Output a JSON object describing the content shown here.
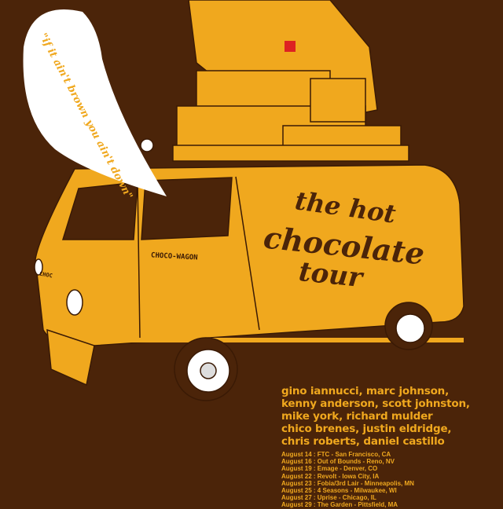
{
  "speech_bubble": {
    "quote": "\"if it ain't brown you ain't down\""
  },
  "van": {
    "side_label": "CHOCO-WAGON",
    "grille_label": "CHOC"
  },
  "title": {
    "line1": "the hot",
    "line2": "chocolate",
    "line3": "tour"
  },
  "riders": [
    "gino iannucci, marc johnson,",
    "kenny anderson, scott johnston,",
    "mike york, richard mulder",
    "chico brenes, justin eldridge,",
    "chris roberts, daniel castillo"
  ],
  "dates": [
    "August 14 : FTC - San Francisco, CA",
    "August 16 : Out of Bounds - Reno, NV",
    "August 19 : Emage - Denver, CO",
    "August 22 : Revolt - Iowa City, IA",
    "August 23 : Fobia/3rd Lair - Minneapolis, MN",
    "August 25 : 4 Seasons - Milwaukee, WI",
    "August 27 : Uprise - Chicago, IL",
    "August 29 : The Garden - Pittsfield, MA"
  ],
  "colors": {
    "background": "#4b2409",
    "accent": "#f0a81e",
    "bubble": "#ffffff"
  }
}
